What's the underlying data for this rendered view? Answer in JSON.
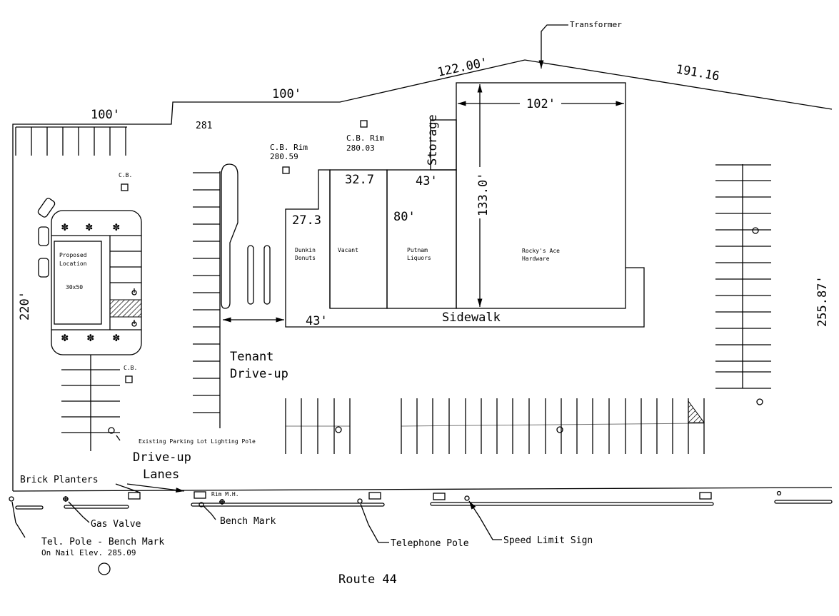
{
  "dimensions": {
    "left_top": "100'",
    "mid_top": "100'",
    "angle_top": "122.00'",
    "right_top": "191.16",
    "left_side": "220'",
    "right_side": "255.87'",
    "hardware_width": "102'",
    "hardware_depth": "133.0'",
    "liquor_width": "43'",
    "liquor_depth": "80'",
    "vacant_depth": "32.7",
    "dunkin_depth": "27.3",
    "drive_width": "43'"
  },
  "labels": {
    "transformer": "Transformer",
    "storage": "Storage",
    "elev_281": "281",
    "cb_rim_1_title": "C.B. Rim",
    "cb_rim_1_value": "280.59",
    "cb_rim_2_title": "C.B. Rim",
    "cb_rim_2_value": "280.03",
    "cb_a": "C.B.",
    "cb_b": "C.B.",
    "sidewalk": "Sidewalk",
    "tenant_drive_1": "Tenant",
    "tenant_drive_2": "Drive-up",
    "drive_lanes_1": "Drive-up",
    "drive_lanes_2": "Lanes",
    "lighting_pole": "Existing Parking Lot Lighting Pole",
    "brick_planters": "Brick Planters",
    "rim_mh": "Rim M.H.",
    "gas_valve": "Gas Valve",
    "bench_mark": "Bench Mark",
    "tel_pole_bm": "Tel. Pole - Bench Mark",
    "on_nail": "On Nail Elev. 285.09",
    "telephone_pole": "Telephone Pole",
    "speed_limit": "Speed Limit Sign",
    "route": "Route 44"
  },
  "tenants": {
    "dunkin_1": "Dunkin",
    "dunkin_2": "Donuts",
    "vacant": "Vacant",
    "putnam_1": "Putnam",
    "putnam_2": "Liquors",
    "rockys_1": "Rocky's Ace",
    "rockys_2": "Hardware"
  },
  "proposed": {
    "line1": "Proposed",
    "line2": "Location",
    "size": "30x50"
  }
}
